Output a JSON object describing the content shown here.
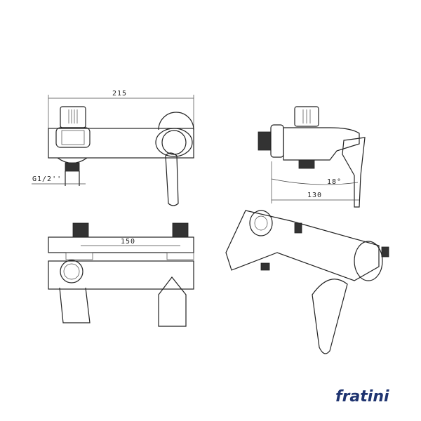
{
  "dimensions": {
    "overall_width": "215",
    "inlet_thread": "G1/2''",
    "spout_angle": "18°",
    "projection": "130",
    "center_distance": "150"
  },
  "logo": {
    "text": "fratini",
    "color": "#1f3470"
  },
  "line_color": "#222222"
}
